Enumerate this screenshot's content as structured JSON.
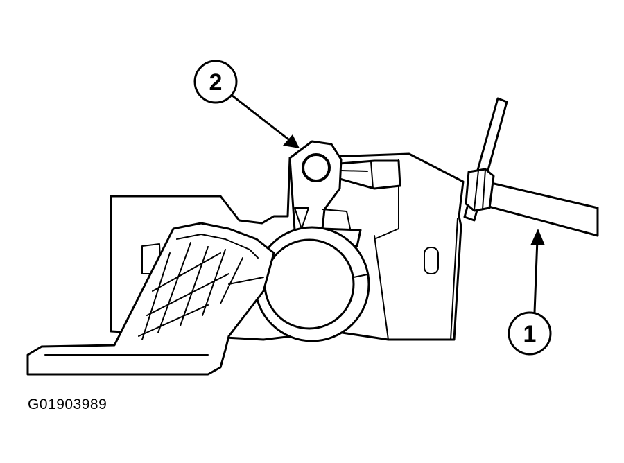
{
  "figure_id": "G01903989",
  "callouts": [
    {
      "number": "1"
    },
    {
      "number": "2"
    }
  ]
}
